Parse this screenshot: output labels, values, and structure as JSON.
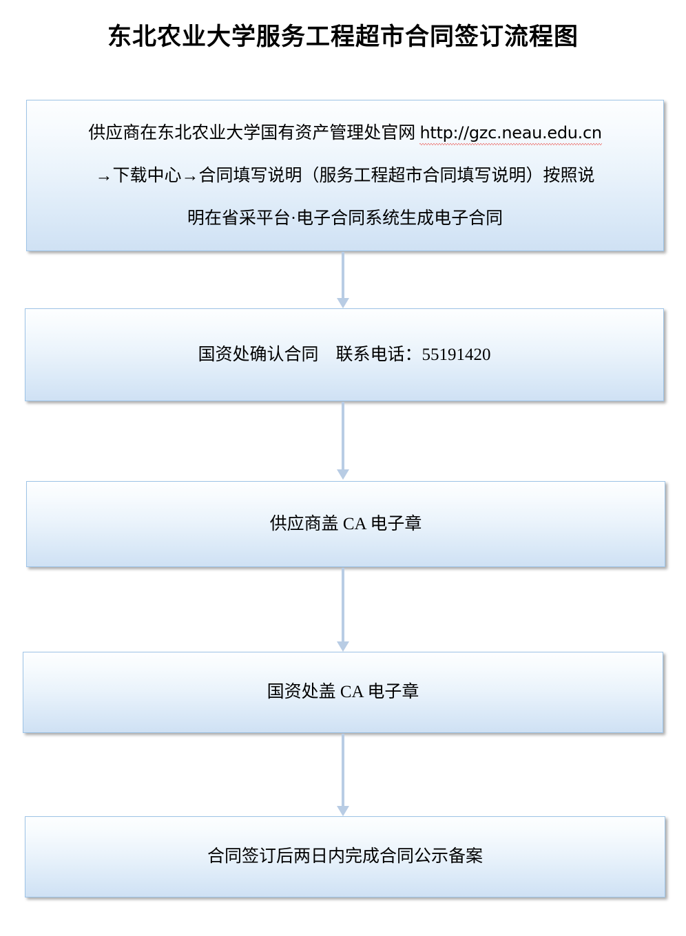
{
  "title": "东北农业大学服务工程超市合同签订流程图",
  "colors": {
    "box_border": "#9dc3e6",
    "box_fill_top": "#fdfeff",
    "box_fill_bottom": "#cfe1f4",
    "arrow": "#b8cce4",
    "text": "#000000",
    "spellcheck_underline": "#e8271f"
  },
  "flowchart": {
    "type": "flowchart",
    "orientation": "vertical",
    "steps": [
      {
        "id": "step-1",
        "lines": [
          "供应商在东北农业大学国有资产管理处官网 ",
          "→下载中心→合同填写说明（服务工程超市合同填写说明）按照说",
          "明在省采平台·电子合同系统生成电子合同"
        ],
        "url": "http://gzc.neau.edu.cn",
        "full_text": "供应商在东北农业大学国有资产管理处官网 http://gzc.neau.edu.cn →下载中心→合同填写说明（服务工程超市合同填写说明）按照说明在省采平台·电子合同系统生成电子合同"
      },
      {
        "id": "step-2",
        "text": "国资处确认合同　联系电话：55191420"
      },
      {
        "id": "step-3",
        "text": "供应商盖 CA 电子章"
      },
      {
        "id": "step-4",
        "text": "国资处盖 CA 电子章"
      },
      {
        "id": "step-5",
        "text": "合同签订后两日内完成合同公示备案"
      }
    ],
    "connectors": [
      {
        "id": "connector-1",
        "from": "step-1",
        "to": "step-2"
      },
      {
        "id": "connector-2",
        "from": "step-2",
        "to": "step-3"
      },
      {
        "id": "connector-3",
        "from": "step-3",
        "to": "step-4"
      },
      {
        "id": "connector-4",
        "from": "step-4",
        "to": "step-5"
      }
    ]
  }
}
